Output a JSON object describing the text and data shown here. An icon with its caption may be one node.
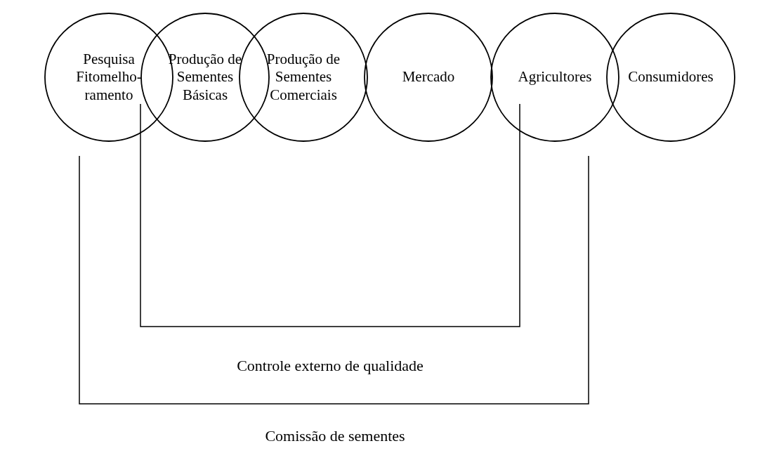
{
  "diagram": {
    "nodes": [
      {
        "text": [
          "Pesquisa Fitomelho-ramento"
        ]
      },
      {
        "text": [
          "Produção de Sementes Básicas"
        ]
      },
      {
        "text": [
          "Produção de Sementes Comerciais"
        ]
      },
      {
        "text": [
          "Mercado"
        ]
      },
      {
        "text": [
          "Agricultores"
        ]
      },
      {
        "text": [
          "Consumidores"
        ]
      }
    ],
    "labels": [
      "Controle externo de qualidade",
      "Comissão de sementes"
    ]
  }
}
